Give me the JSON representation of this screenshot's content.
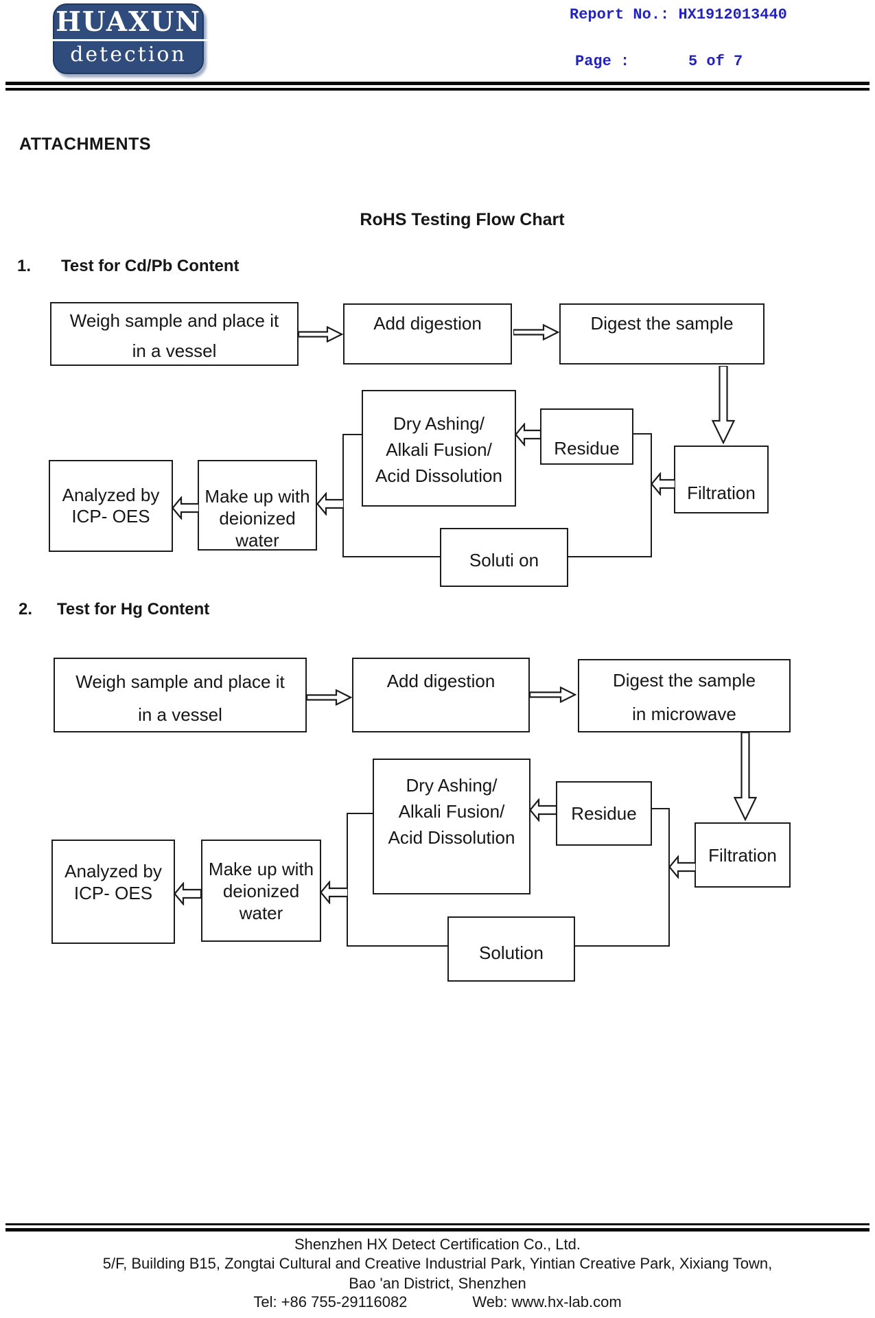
{
  "header": {
    "logo_line1": "HUAXUN",
    "logo_line2": "detection",
    "report_label": "Report No.:",
    "report_value": "HX1912013440",
    "page_label": "Page :",
    "page_value": "5 of 7"
  },
  "attachments_heading": "ATTACHMENTS",
  "flow_chart_title": "RoHS Testing Flow Chart",
  "section1": {
    "number": "1.",
    "title": "Test for Cd/Pb Content",
    "boxes": {
      "weigh_line1": "Weigh sample and place it",
      "weigh_line2": "in a vessel",
      "add_digestion": "Add digestion",
      "digest_line1": "Digest the sample",
      "dry_line1": "Dry Ashing/",
      "dry_line2": "Alkali Fusion/",
      "dry_line3": "Acid Dissolution",
      "residue": "Residue",
      "filtration": "Filtration",
      "analyzed_line1": "Analyzed by",
      "analyzed_line2": "ICP- OES",
      "makeup_line1": "Make up with",
      "makeup_line2": "deionized",
      "makeup_line3": "water",
      "solution": "Soluti on"
    }
  },
  "section2": {
    "number": "2.",
    "title": "Test for Hg Content",
    "boxes": {
      "weigh_line1": "Weigh sample and place it",
      "weigh_line2": "in a vessel",
      "add_digestion": "Add digestion",
      "digest_line1": "Digest the sample",
      "digest_line2": "in microwave",
      "dry_line1": "Dry Ashing/",
      "dry_line2": "Alkali Fusion/",
      "dry_line3": "Acid Dissolution",
      "residue": "Residue",
      "filtration": "Filtration",
      "analyzed_line1": "Analyzed by",
      "analyzed_line2": "ICP- OES",
      "makeup_line1": "Make up with",
      "makeup_line2": "deionized",
      "makeup_line3": "water",
      "solution": "Solution"
    }
  },
  "footer": {
    "line1": "Shenzhen HX Detect Certification Co., Ltd.",
    "line2": "5/F, Building B15, Zongtai Cultural and Creative Industrial Park, Yintian Creative Park, Xixiang Town,",
    "line3": "Bao 'an District, Shenzhen",
    "tel": "Tel: +86 755-29116082",
    "web": "Web: www.hx-lab.com"
  },
  "colors": {
    "header_text_blue": "#2222c0",
    "logo_blue": "#2f4c7d",
    "line_black": "#0a0a0a"
  }
}
